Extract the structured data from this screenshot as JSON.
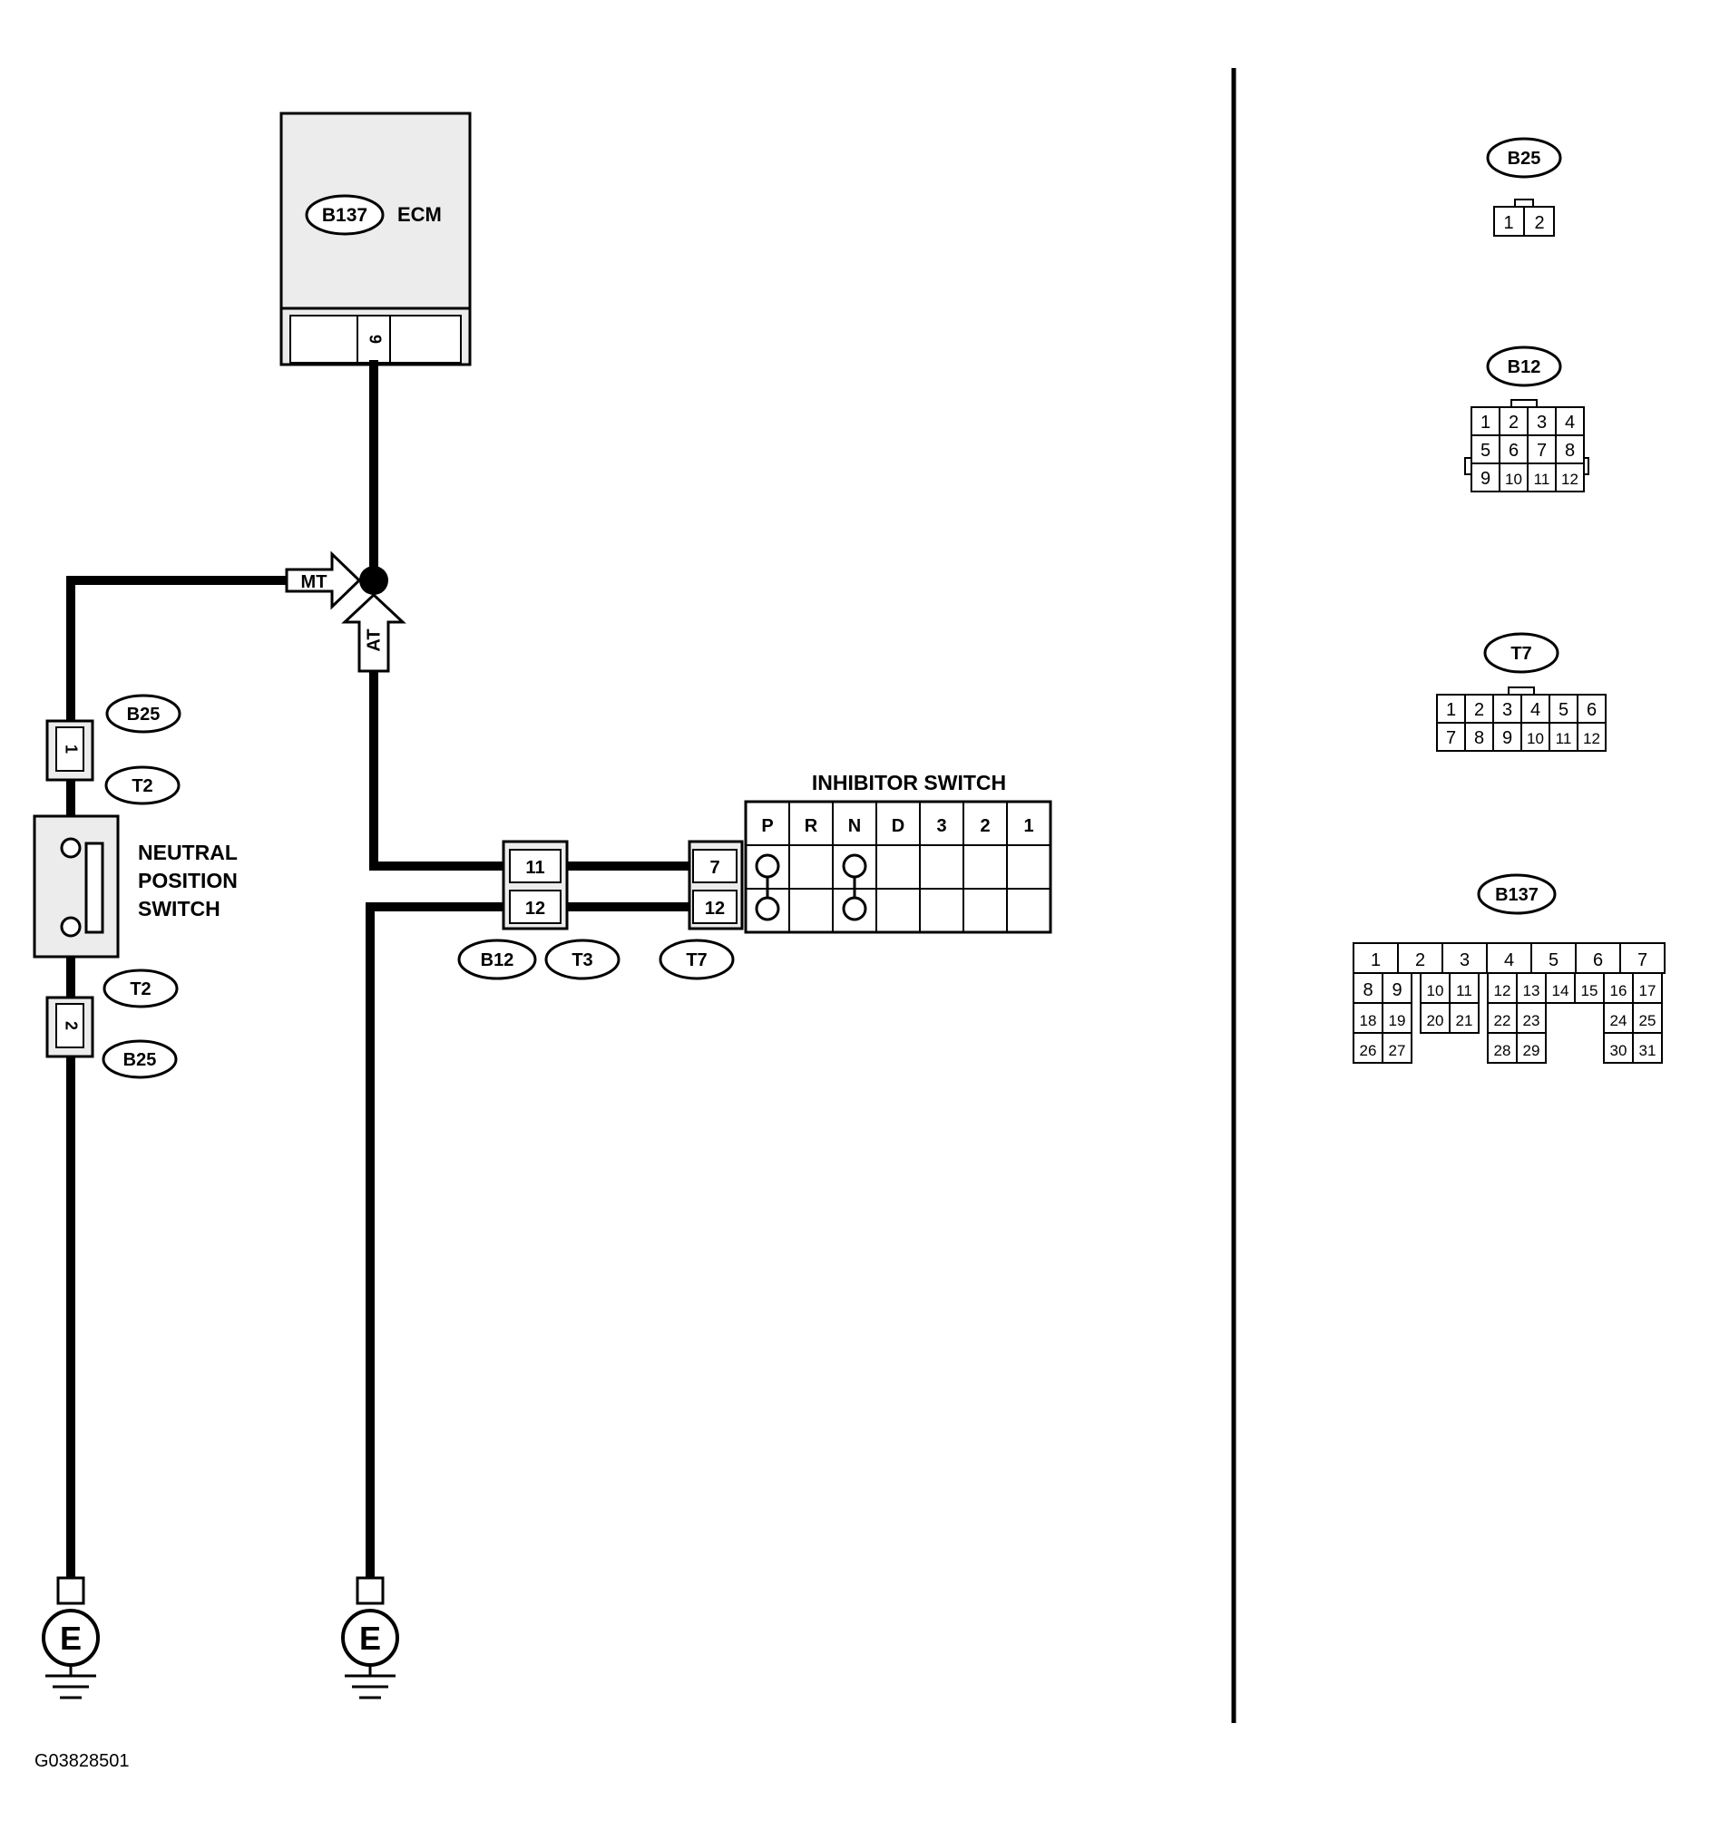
{
  "ecm": {
    "connector_id": "B137",
    "label": "ECM",
    "pin": "9"
  },
  "branch_labels": {
    "mt": "MT",
    "at": "AT"
  },
  "neutral_switch": {
    "label_lines": [
      "NEUTRAL",
      "POSITION",
      "SWITCH"
    ],
    "top_connector": "B25",
    "top_terminal": "T2",
    "top_pin": "1",
    "bottom_connector": "B25",
    "bottom_terminal": "T2",
    "bottom_pin": "2"
  },
  "harness_connector": {
    "pins": [
      "11",
      "12"
    ],
    "ids": [
      "B12",
      "T3"
    ]
  },
  "inhibitor_switch": {
    "label": "INHIBITOR SWITCH",
    "connector_id": "T7",
    "pins": [
      "7",
      "12"
    ],
    "positions": [
      "P",
      "R",
      "N",
      "D",
      "3",
      "2",
      "1"
    ]
  },
  "ground_label": "E",
  "connector_views": {
    "b25": {
      "id": "B25",
      "pins": [
        "1",
        "2"
      ]
    },
    "b12": {
      "id": "B12",
      "rows": [
        [
          "1",
          "2",
          "3",
          "4"
        ],
        [
          "5",
          "6",
          "7",
          "8"
        ],
        [
          "9",
          "10",
          "11",
          "12"
        ]
      ]
    },
    "t7": {
      "id": "T7",
      "rows": [
        [
          "1",
          "2",
          "3",
          "4",
          "5",
          "6"
        ],
        [
          "7",
          "8",
          "9",
          "10",
          "11",
          "12"
        ]
      ]
    },
    "b137": {
      "id": "B137",
      "row1": [
        "1",
        "2",
        "3",
        "4",
        "5",
        "6",
        "7"
      ],
      "row2": [
        "8",
        "9",
        "10",
        "11",
        "12",
        "13",
        "14",
        "15",
        "16",
        "17"
      ],
      "row3": [
        "18",
        "19",
        "20",
        "21",
        "22",
        "23",
        "24",
        "25"
      ],
      "row4": [
        "26",
        "27",
        "28",
        "29",
        "30",
        "31"
      ]
    }
  },
  "figure_code": "G03828501"
}
